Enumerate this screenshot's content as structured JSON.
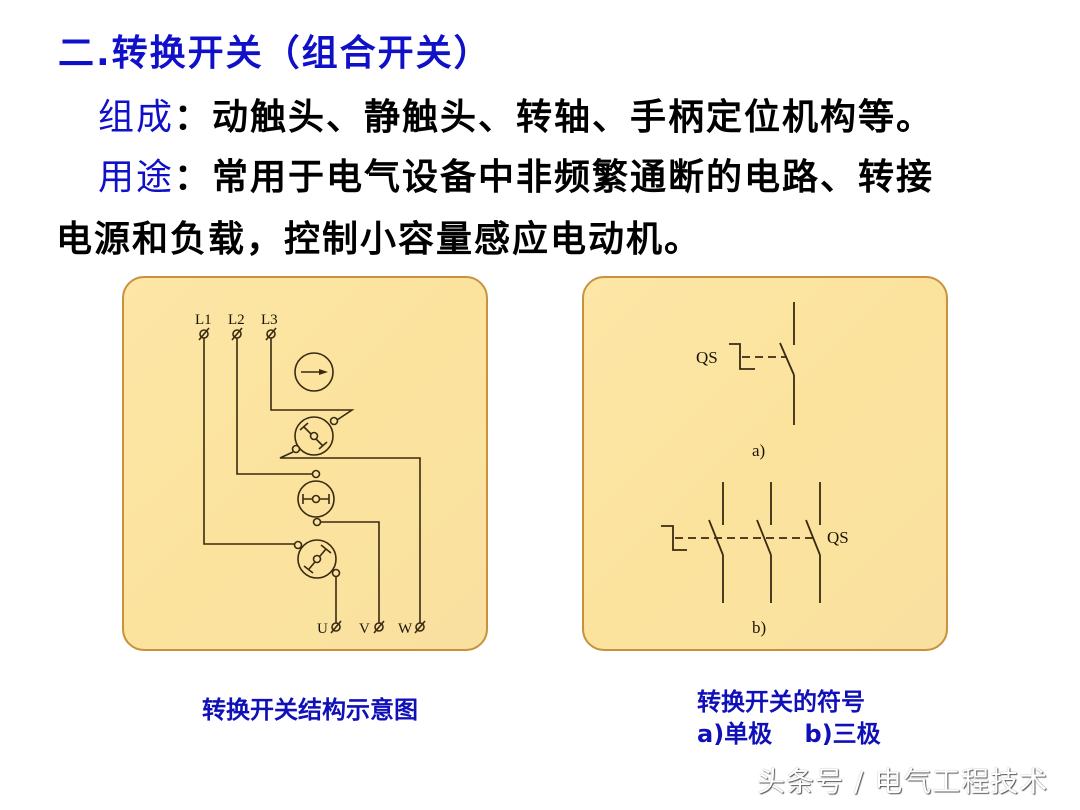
{
  "title": "二.转换开关（组合开关）",
  "composition": {
    "key": "组成",
    "text": "：动触头、静触头、转轴、手柄定位机构等。"
  },
  "usage": {
    "key": "用途",
    "text_line1": "：常用于电气设备中非频繁通断的电路、转接",
    "text_line2": "电源和负载，控制小容量感应电动机。"
  },
  "left_panel": {
    "caption": "转换开关结构示意图",
    "inputs": [
      "L1",
      "L2",
      "L3"
    ],
    "outputs": [
      "U",
      "V",
      "W"
    ],
    "terminal_glyph": "∅"
  },
  "right_panel": {
    "caption_line1": "转换开关的符号",
    "caption_line2": "a)单极　 b)三极",
    "single_pole": {
      "label": "QS",
      "sublabel": "a)"
    },
    "three_pole": {
      "label": "QS",
      "sublabel": "b)"
    }
  },
  "watermark": "头条号 / 电气工程技术",
  "colors": {
    "heading_blue": "#1010c8",
    "panel_fill": "#fbe3a0",
    "panel_border": "#c8923c",
    "line": "#3a2a10"
  }
}
